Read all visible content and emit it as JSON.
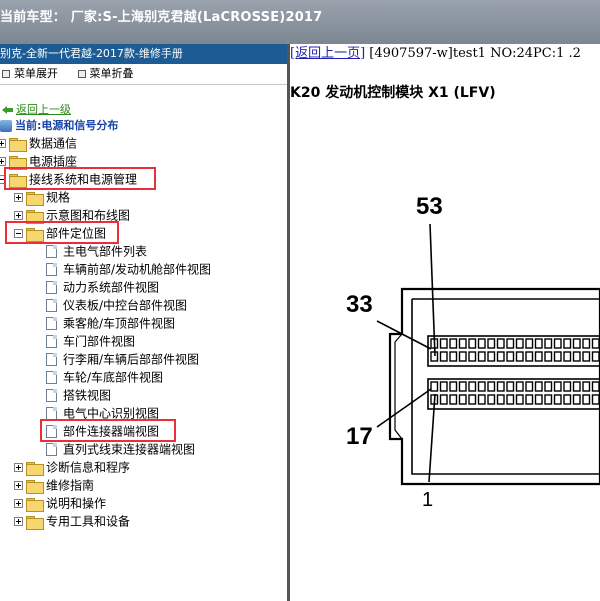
{
  "window": {
    "title": "当前车型：  厂家:S-上海别克君越(LaCROSSE)2017"
  },
  "left_panel": {
    "doc_header": "别克-全新一代君越-2017款-维修手册",
    "toolbar": {
      "expand_all": "菜单展开",
      "collapse_all": "菜单折叠"
    },
    "back_link": "返回上一级",
    "current_label": "当前:电源和信号分布",
    "tree": [
      "数据通信",
      "电源插座",
      "接线系统和电源管理",
      "规格",
      "示意图和布线图",
      "部件定位图",
      "主电气部件列表",
      "车辆前部/发动机舱部件视图",
      "动力系统部件视图",
      "仪表板/中控台部件视图",
      "乘客舱/车顶部件视图",
      "车门部件视图",
      "行李厢/车辆后部部件视图",
      "车轮/车底部件视图",
      "搭铁视图",
      "电气中心识别视图",
      "部件连接器端视图",
      "直列式线束连接器端视图",
      "诊断信息和程序",
      "维修指南",
      "说明和操作",
      "专用工具和设备"
    ]
  },
  "right_panel": {
    "back_page": "[返回上一页]",
    "doc_info": "[4907597-w]test1 NO:24PC:1 .2",
    "title": "K20 发动机控制模块 X1 (LFV)",
    "pin_labels": {
      "top": "53",
      "left_upper": "33",
      "left_lower": "17",
      "bottom": "1"
    }
  }
}
